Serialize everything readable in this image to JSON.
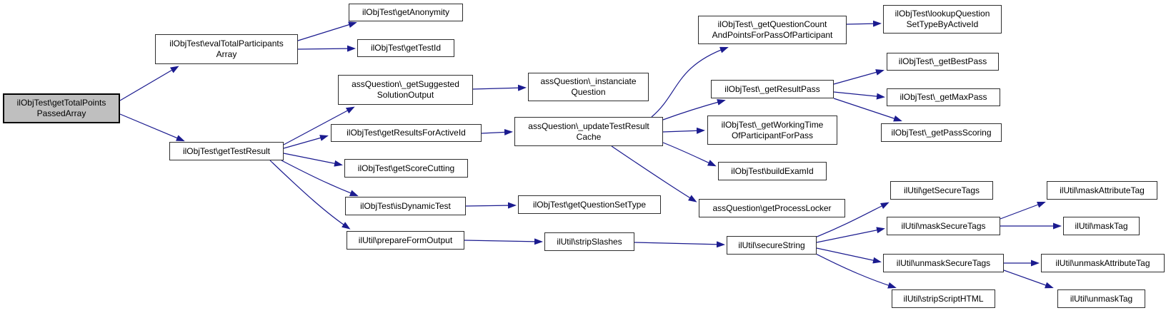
{
  "diagram": {
    "type": "call-graph",
    "root": "ilObjTest\\getTotalPointsPassedArray",
    "colors": {
      "edge": "#1b1b8f",
      "node_fill": "#ffffff",
      "node_border": "#2e2e2e",
      "highlight_fill": "#bfbfbf",
      "text": "#000000",
      "background": "#ffffff"
    },
    "nodes": [
      {
        "id": "getTotalPointsPassedArray",
        "label": "ilObjTest\\getTotalPoints\nPassedArray",
        "highlighted": true
      },
      {
        "id": "evalTotalParticipantsArray",
        "label": "ilObjTest\\evalTotalParticipants\nArray"
      },
      {
        "id": "getAnonymity",
        "label": "ilObjTest\\getAnonymity"
      },
      {
        "id": "getTestId",
        "label": "ilObjTest\\getTestId"
      },
      {
        "id": "_getSuggestedSolutionOutput",
        "label": "assQuestion\\_getSuggested\nSolutionOutput"
      },
      {
        "id": "getResultsForActiveId",
        "label": "ilObjTest\\getResultsForActiveId"
      },
      {
        "id": "getTestResult",
        "label": "ilObjTest\\getTestResult"
      },
      {
        "id": "getScoreCutting",
        "label": "ilObjTest\\getScoreCutting"
      },
      {
        "id": "isDynamicTest",
        "label": "ilObjTest\\isDynamicTest"
      },
      {
        "id": "prepareFormOutput",
        "label": "ilUtil\\prepareFormOutput"
      },
      {
        "id": "_instanciateQuestion",
        "label": "assQuestion\\_instanciate\nQuestion"
      },
      {
        "id": "_updateTestResultCache",
        "label": "assQuestion\\_updateTestResult\nCache"
      },
      {
        "id": "getQuestionSetType",
        "label": "ilObjTest\\getQuestionSetType"
      },
      {
        "id": "stripSlashes",
        "label": "ilUtil\\stripSlashes"
      },
      {
        "id": "_getQuestionCountAndPointsForPassOfParticipant",
        "label": "ilObjTest\\_getQuestionCount\nAndPointsForPassOfParticipant"
      },
      {
        "id": "_getResultPass",
        "label": "ilObjTest\\_getResultPass"
      },
      {
        "id": "_getWorkingTimeOfParticipantForPass",
        "label": "ilObjTest\\_getWorkingTime\nOfParticipantForPass"
      },
      {
        "id": "buildExamId",
        "label": "ilObjTest\\buildExamId"
      },
      {
        "id": "getProcessLocker",
        "label": "assQuestion\\getProcessLocker"
      },
      {
        "id": "secureString",
        "label": "ilUtil\\secureString"
      },
      {
        "id": "lookupQuestionSetTypeByActiveId",
        "label": "ilObjTest\\lookupQuestion\nSetTypeByActiveId"
      },
      {
        "id": "_getBestPass",
        "label": "ilObjTest\\_getBestPass"
      },
      {
        "id": "_getMaxPass",
        "label": "ilObjTest\\_getMaxPass"
      },
      {
        "id": "_getPassScoring",
        "label": "ilObjTest\\_getPassScoring"
      },
      {
        "id": "getSecureTags",
        "label": "ilUtil\\getSecureTags"
      },
      {
        "id": "maskSecureTags",
        "label": "ilUtil\\maskSecureTags"
      },
      {
        "id": "unmaskSecureTags",
        "label": "ilUtil\\unmaskSecureTags"
      },
      {
        "id": "stripScriptHTML",
        "label": "ilUtil\\stripScriptHTML"
      },
      {
        "id": "maskAttributeTag",
        "label": "ilUtil\\maskAttributeTag"
      },
      {
        "id": "maskTag",
        "label": "ilUtil\\maskTag"
      },
      {
        "id": "unmaskAttributeTag",
        "label": "ilUtil\\unmaskAttributeTag"
      },
      {
        "id": "unmaskTag",
        "label": "ilUtil\\unmaskTag"
      }
    ],
    "edges": [
      {
        "from": "getTotalPointsPassedArray",
        "to": "evalTotalParticipantsArray"
      },
      {
        "from": "getTotalPointsPassedArray",
        "to": "getTestResult"
      },
      {
        "from": "evalTotalParticipantsArray",
        "to": "getAnonymity"
      },
      {
        "from": "evalTotalParticipantsArray",
        "to": "getTestId"
      },
      {
        "from": "getTestResult",
        "to": "_getSuggestedSolutionOutput"
      },
      {
        "from": "getTestResult",
        "to": "getResultsForActiveId"
      },
      {
        "from": "getTestResult",
        "to": "getScoreCutting"
      },
      {
        "from": "getTestResult",
        "to": "isDynamicTest"
      },
      {
        "from": "getTestResult",
        "to": "prepareFormOutput"
      },
      {
        "from": "_getSuggestedSolutionOutput",
        "to": "_instanciateQuestion"
      },
      {
        "from": "getResultsForActiveId",
        "to": "_updateTestResultCache"
      },
      {
        "from": "_updateTestResultCache",
        "to": "_getQuestionCountAndPointsForPassOfParticipant"
      },
      {
        "from": "_updateTestResultCache",
        "to": "_getResultPass"
      },
      {
        "from": "_updateTestResultCache",
        "to": "_getWorkingTimeOfParticipantForPass"
      },
      {
        "from": "_updateTestResultCache",
        "to": "buildExamId"
      },
      {
        "from": "_updateTestResultCache",
        "to": "getProcessLocker"
      },
      {
        "from": "_getQuestionCountAndPointsForPassOfParticipant",
        "to": "lookupQuestionSetTypeByActiveId"
      },
      {
        "from": "_getResultPass",
        "to": "_getBestPass"
      },
      {
        "from": "_getResultPass",
        "to": "_getMaxPass"
      },
      {
        "from": "_getResultPass",
        "to": "_getPassScoring"
      },
      {
        "from": "isDynamicTest",
        "to": "getQuestionSetType"
      },
      {
        "from": "prepareFormOutput",
        "to": "stripSlashes"
      },
      {
        "from": "stripSlashes",
        "to": "secureString"
      },
      {
        "from": "secureString",
        "to": "getSecureTags"
      },
      {
        "from": "secureString",
        "to": "maskSecureTags"
      },
      {
        "from": "secureString",
        "to": "unmaskSecureTags"
      },
      {
        "from": "secureString",
        "to": "stripScriptHTML"
      },
      {
        "from": "maskSecureTags",
        "to": "maskAttributeTag"
      },
      {
        "from": "maskSecureTags",
        "to": "maskTag"
      },
      {
        "from": "unmaskSecureTags",
        "to": "unmaskAttributeTag"
      },
      {
        "from": "unmaskSecureTags",
        "to": "unmaskTag"
      }
    ]
  }
}
